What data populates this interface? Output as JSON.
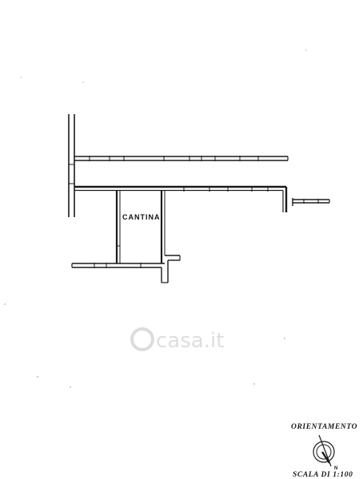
{
  "plan": {
    "room_label": "CANTINA"
  },
  "orientation": {
    "title": "ORIENTAMENTO",
    "north": "N",
    "scale": "SCALA DI 1:100"
  },
  "watermark": {
    "text": "casa.it"
  }
}
